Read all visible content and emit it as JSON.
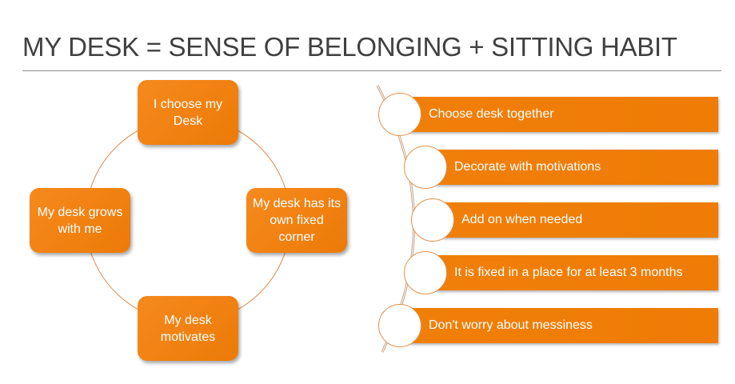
{
  "title": "MY DESK = SENSE OF BELONGING + SITTING HABIT",
  "cycle": [
    "I choose my Desk",
    "My desk has its own fixed corner",
    "My desk motivates",
    "My desk grows with me"
  ],
  "list": [
    "Choose desk together",
    "Decorate with motivations",
    "Add on when needed",
    "It is fixed in a place for at least 3 months",
    "Don't worry about messiness"
  ],
  "colors": {
    "accent": "#f07f0a"
  }
}
